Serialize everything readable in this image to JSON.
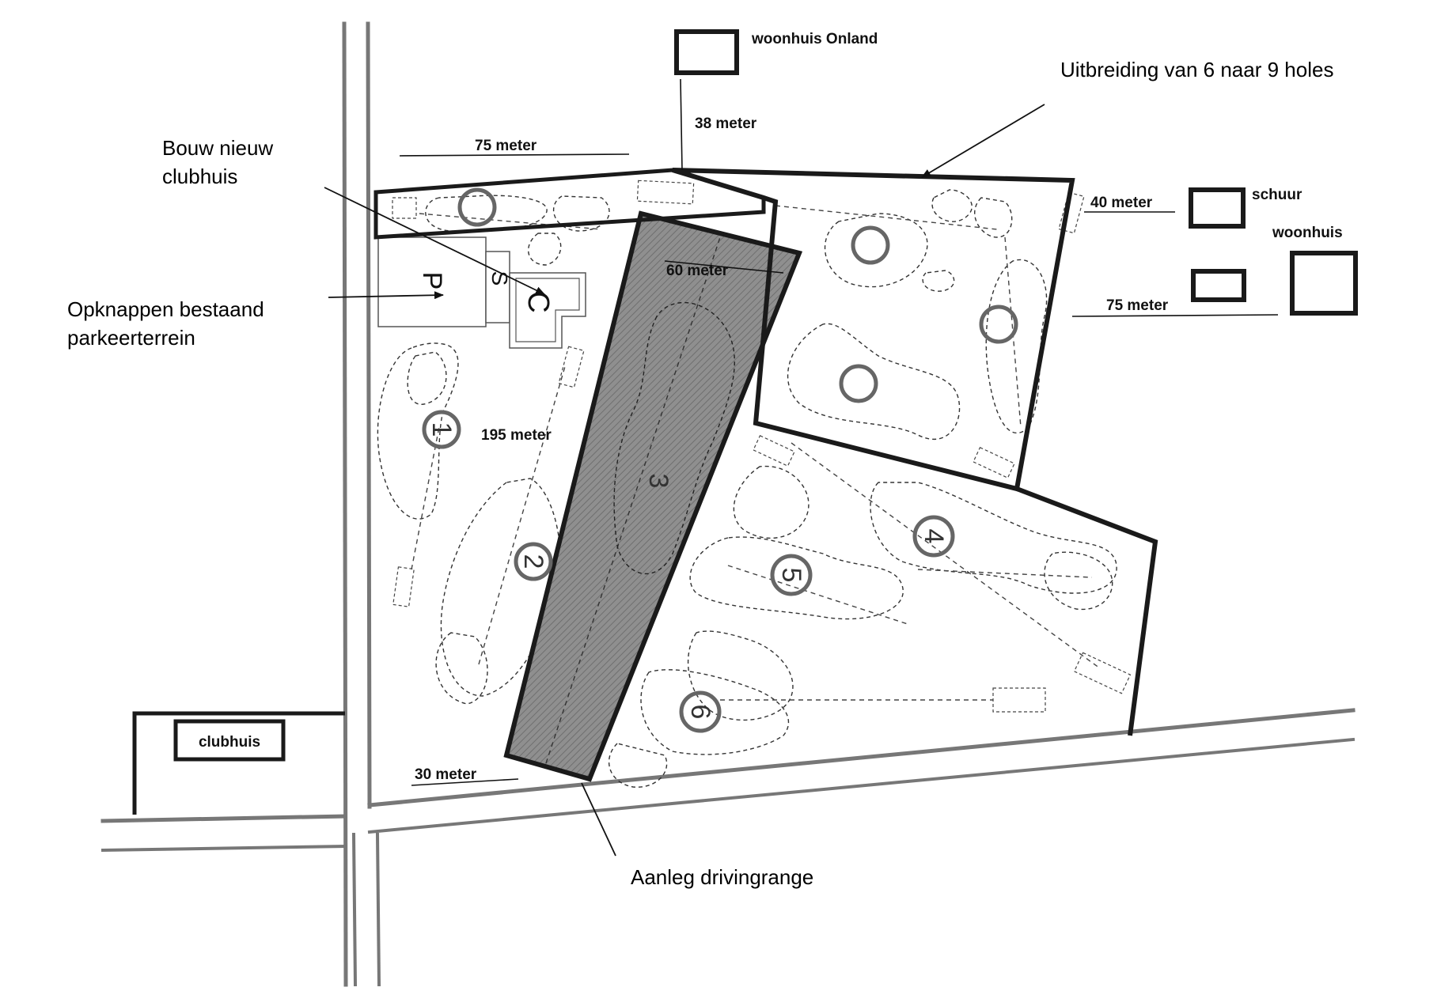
{
  "annotations": {
    "uitbreiding": "Uitbreiding van 6 naar 9 holes",
    "clubhuis_line1": "Bouw nieuw",
    "clubhuis_line2": "clubhuis",
    "parkeer_line1": "Opknappen bestaand",
    "parkeer_line2": "parkeerterrein",
    "driving": "Aanleg drivingrange"
  },
  "buildings": {
    "woonhuis_onland": "woonhuis Onland",
    "schuur": "schuur",
    "woonhuis": "woonhuis",
    "clubhuis": "clubhuis"
  },
  "measurements": {
    "m75_top": "75 meter",
    "m38": "38 meter",
    "m40": "40 meter",
    "m75_right": "75 meter",
    "m60": "60 meter",
    "m195": "195 meter",
    "m30": "30 meter"
  },
  "map_symbols": {
    "parking": "P",
    "shop": "S",
    "clubhouse": "C"
  },
  "holes": [
    {
      "number": "1",
      "rotation": 90
    },
    {
      "number": "2",
      "rotation": 90
    },
    {
      "number": "3",
      "rotation": 90
    },
    {
      "number": "4",
      "rotation": 90
    },
    {
      "number": "5",
      "rotation": 90
    },
    {
      "number": "6",
      "rotation": 90
    }
  ],
  "colors": {
    "driving_range_fill": "#8f8f8f",
    "ink": "#1a1a1a",
    "road": "#777777",
    "hole_ring": "#666666"
  }
}
